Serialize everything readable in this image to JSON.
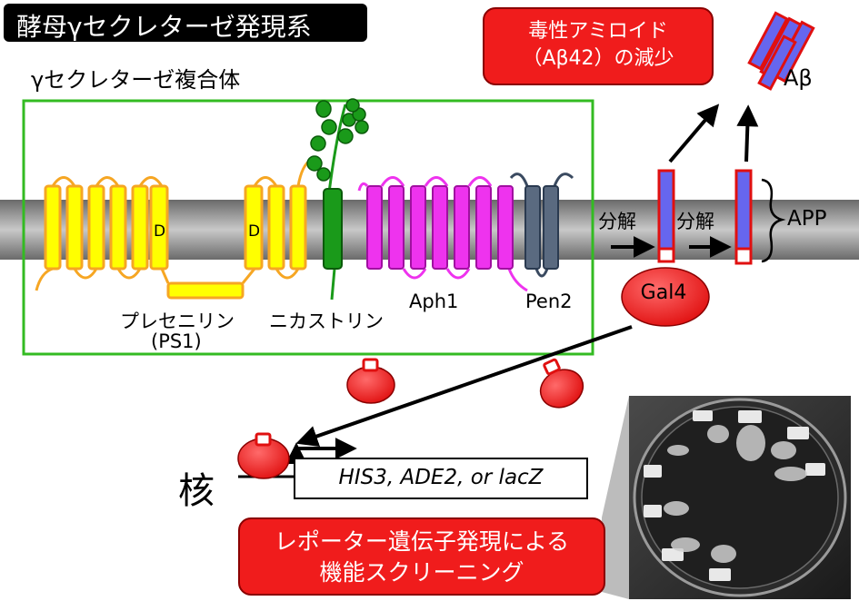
{
  "title": "酵母γセクレターゼ発現系",
  "complex_label": "γセクレターゼ複合体",
  "toxic_box": {
    "line1": "毒性アミロイド",
    "line2": "（Aβ42）の減少"
  },
  "abeta_label": "Aβ",
  "app_label": "APP",
  "cleavage_label": "分解",
  "gal4_label": "Gal4",
  "proteins": {
    "presenilin": {
      "line1": "プレセニリン",
      "line2": "(PS1)",
      "motif": "D"
    },
    "nicastrin": "ニカストリン",
    "aph1": "Aph1",
    "pen2": "Pen2"
  },
  "nucleus_label": "核",
  "reporter_genes": "HIS3, ADE2, or lacZ",
  "screening_box": {
    "line1": "レポーター遺伝子発現による",
    "line2": "機能スクリーニング"
  },
  "colors": {
    "presenilin": "#ffff00",
    "presenilin_loop": "#f6a623",
    "nicastrin": "#1a9a1a",
    "aph1": "#ee33ee",
    "pen2": "#5a6a80",
    "red": "#f01c1c",
    "app_blue": "#6666ee",
    "frame_green": "#33bb22"
  }
}
